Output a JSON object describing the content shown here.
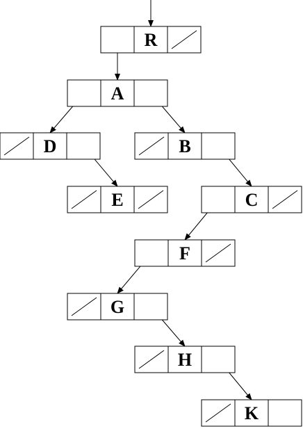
{
  "diagram": {
    "colors": {
      "line": "#000000",
      "fill": "#ffffff"
    },
    "nodes": {
      "R": {
        "label": "R",
        "left_null": false,
        "right_null": true
      },
      "A": {
        "label": "A",
        "left_null": false,
        "right_null": false
      },
      "D": {
        "label": "D",
        "left_null": true,
        "right_null": false
      },
      "B": {
        "label": "B",
        "left_null": true,
        "right_null": false
      },
      "E": {
        "label": "E",
        "left_null": true,
        "right_null": true
      },
      "C": {
        "label": "C",
        "left_null": false,
        "right_null": true
      },
      "F": {
        "label": "F",
        "left_null": false,
        "right_null": true
      },
      "G": {
        "label": "G",
        "left_null": true,
        "right_null": false
      },
      "H": {
        "label": "H",
        "left_null": true,
        "right_null": false
      },
      "K": {
        "label": "K",
        "left_null": true,
        "right_null": false
      }
    },
    "edges": [
      {
        "from": "root",
        "to": "R"
      },
      {
        "from": "R",
        "to": "A",
        "side": "left"
      },
      {
        "from": "A",
        "to": "D",
        "side": "left"
      },
      {
        "from": "A",
        "to": "B",
        "side": "right"
      },
      {
        "from": "D",
        "to": "E",
        "side": "right"
      },
      {
        "from": "B",
        "to": "C",
        "side": "right"
      },
      {
        "from": "C",
        "to": "F",
        "side": "left"
      },
      {
        "from": "F",
        "to": "G",
        "side": "left"
      },
      {
        "from": "G",
        "to": "H",
        "side": "right"
      },
      {
        "from": "H",
        "to": "K",
        "side": "right"
      }
    ]
  }
}
